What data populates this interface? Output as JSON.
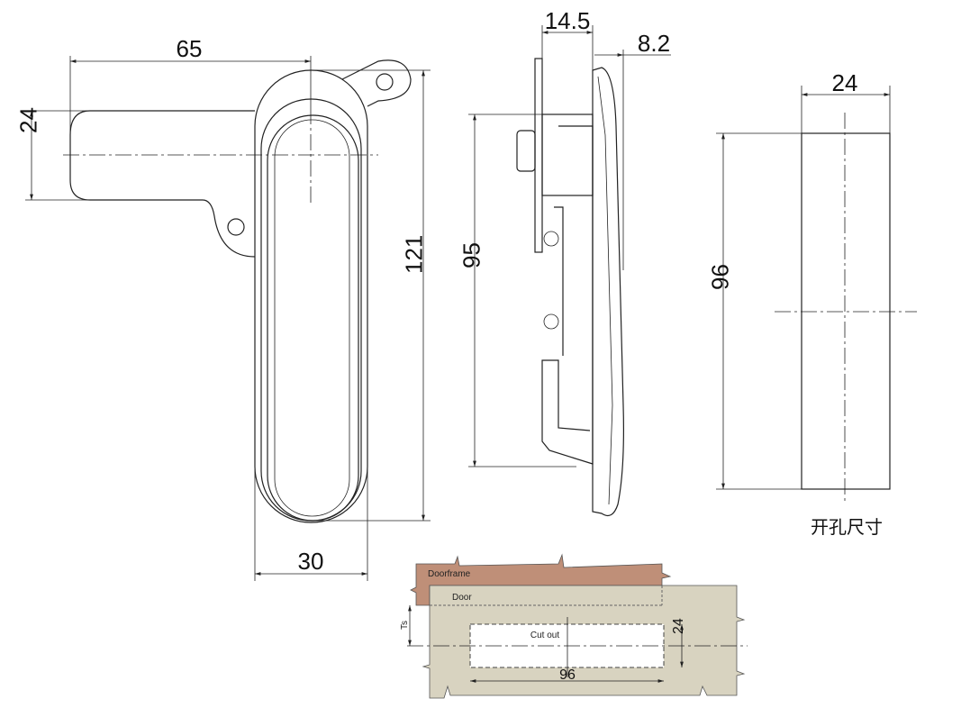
{
  "front_view": {
    "width_65": "65",
    "arm_height_24": "24",
    "height_121": "121",
    "body_width_30": "30"
  },
  "side_view": {
    "depth_14_5": "14.5",
    "offset_8_2": "8.2",
    "height_95": "95"
  },
  "cutout_view": {
    "width_24": "24",
    "height_96": "96",
    "caption": "开孔尺寸"
  },
  "install_diagram": {
    "doorframe_label": "Doorframe",
    "door_label": "Door",
    "cutout_label": "Cut out",
    "ts_label": "Ts",
    "cutout_height": "24",
    "cutout_length": "96",
    "doorframe_color": "#bf8f78",
    "door_color": "#d8d3c0"
  }
}
